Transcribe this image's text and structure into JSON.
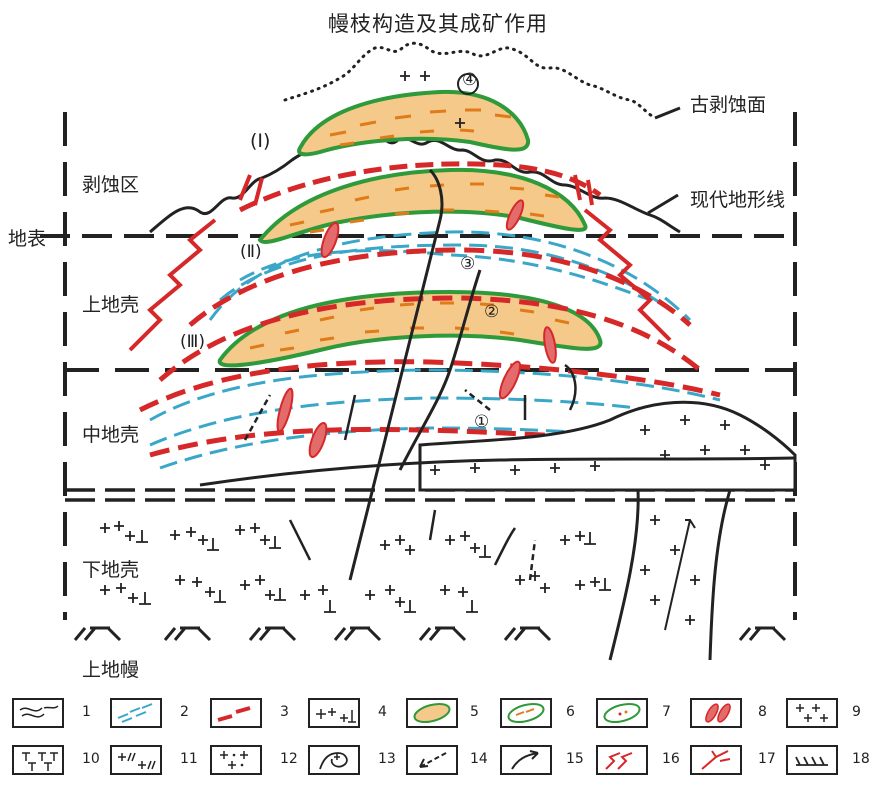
{
  "title": "幔枝构造及其成矿作用",
  "labels": {
    "ancient_erosion": "古剥蚀面",
    "modern_terrain": "现代地形线",
    "erosion_zone": "剥蚀区",
    "surface": "地表",
    "upper_crust": "上地壳",
    "middle_crust": "中地壳",
    "lower_crust": "下地壳",
    "upper_mantle": "上地幔",
    "roman_1": "(Ⅰ)",
    "roman_2": "(Ⅱ)",
    "roman_3": "(Ⅲ)",
    "circled_1": "①",
    "circled_2": "②",
    "circled_3": "③",
    "circled_4": "④"
  },
  "colors": {
    "red": "#d62828",
    "cyan": "#3aa7c9",
    "green": "#2f9a3a",
    "orange": "#e79a24",
    "black": "#222222"
  },
  "legend": [
    {
      "num": "1",
      "icon": "schist-symbol"
    },
    {
      "num": "2",
      "icon": "cyan-dash-symbol"
    },
    {
      "num": "3",
      "icon": "red-dash-symbol"
    },
    {
      "num": "4",
      "icon": "cross-symbol"
    },
    {
      "num": "5",
      "icon": "ore-lens-symbol-a"
    },
    {
      "num": "6",
      "icon": "ore-lens-symbol-b"
    },
    {
      "num": "7",
      "icon": "ore-lens-symbol-c"
    },
    {
      "num": "8",
      "icon": "red-lens-symbol"
    },
    {
      "num": "9",
      "icon": "plus-symbol"
    },
    {
      "num": "10",
      "icon": "t-symbol"
    },
    {
      "num": "11",
      "icon": "plus-slash-symbol"
    },
    {
      "num": "12",
      "icon": "plus-dot-symbol"
    },
    {
      "num": "13",
      "icon": "intrusion-symbol"
    },
    {
      "num": "14",
      "icon": "dashed-arrow-symbol"
    },
    {
      "num": "15",
      "icon": "solid-arrow-symbol"
    },
    {
      "num": "16",
      "icon": "fault-zigzag-symbol"
    },
    {
      "num": "17",
      "icon": "fault-branch-symbol"
    },
    {
      "num": "18",
      "icon": "mantle-hatch-symbol"
    }
  ]
}
